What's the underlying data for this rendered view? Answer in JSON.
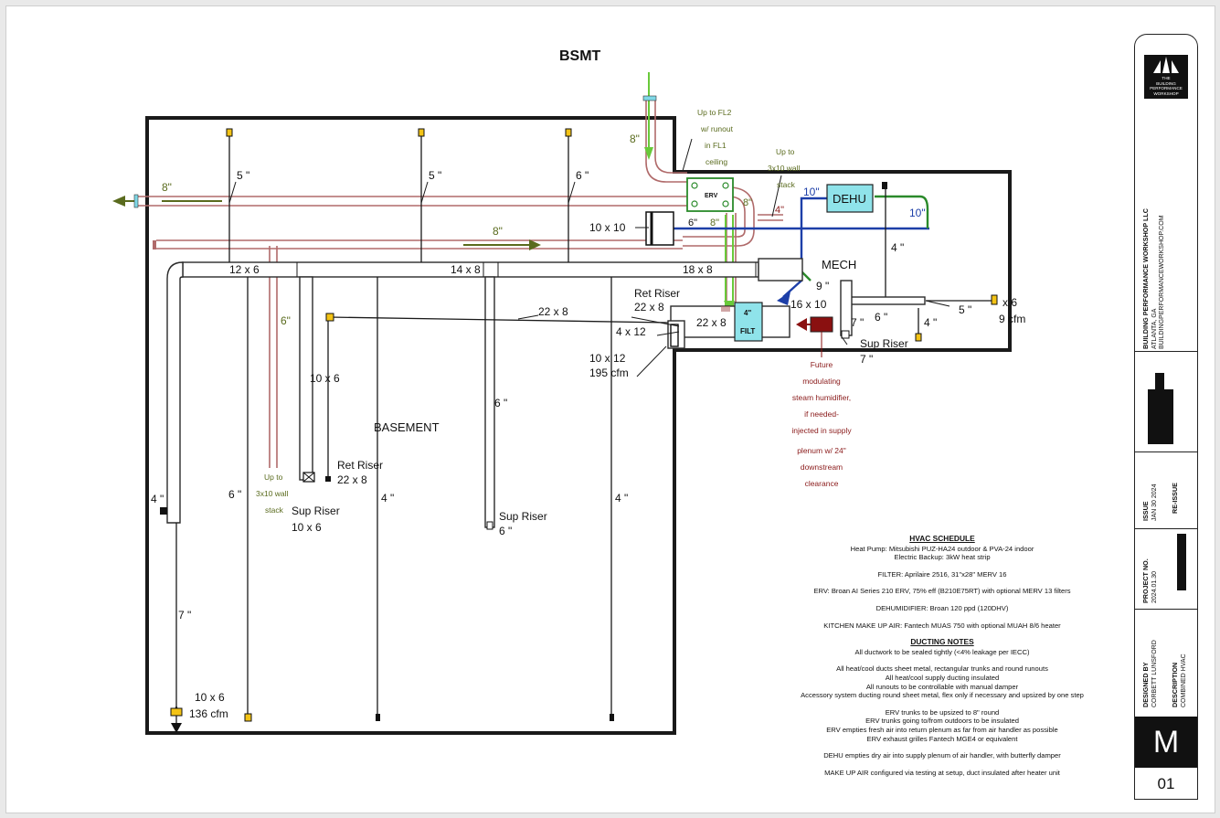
{
  "sheet_title": "BSMT",
  "rooms": {
    "basement": "BASEMENT",
    "mech": "MECH"
  },
  "equipment": {
    "erv": "ERV",
    "dehu": "DEHU",
    "filter_line1": "4\"",
    "filter_line2": "FILT"
  },
  "labels": {
    "d8_left": "8\"",
    "d5_a": "5 \"",
    "d5_b": "5 \"",
    "d6_a": "6 \"",
    "d8_mid": "8\"",
    "d8_vert": "8\"",
    "up_fl2": [
      "Up to FL2",
      "w/ runout",
      "in FL1",
      "ceiling"
    ],
    "up_stack_right": [
      "Up to",
      "3x10 wall",
      "stack"
    ],
    "d8_erv": "8\"",
    "d4_erv": "4\"",
    "d10_left": "10\"",
    "d10_right": "10\"",
    "d6_erv": "6\"",
    "d8_green": "8\"",
    "d10x10": "10 x 10",
    "d12x6": "12 x 6",
    "d14x8": "14 x 8",
    "d18x8": "18 x 8",
    "d9": "9 \"",
    "d16x10": "16 x 10",
    "d4_mech": "4 \"",
    "ret_riser_top": "Ret Riser",
    "ret_riser_top_size": "22 x 8",
    "d22x8_line": "22 x 8",
    "d22x8_box": "22 x 8",
    "d4x12": "4 x 12",
    "d10x12": "10 x 12",
    "cfm195": "195 cfm",
    "d6_yel": "6\"",
    "d10x6": "10 x 6",
    "d6_mid": "6 \"",
    "d7_mech": "7 \"",
    "d6_mech": "6 \"",
    "d4_mech2": "4 \"",
    "d5_right": "5 \"",
    "x6_right": "x 6",
    "cfm9": "9 cfm",
    "sup_riser_mech": "Sup Riser",
    "d7_sup": "7 \"",
    "humidifier": [
      "Future",
      "modulating",
      "steam humidifier,",
      "if needed-",
      "injected in supply",
      "plenum w/ 24\"",
      "downstream",
      "clearance"
    ],
    "up_stack_left": [
      "Up to",
      "3x10 wall",
      "stack"
    ],
    "ret_riser_mid": "Ret Riser",
    "ret_riser_mid_size": "22 x 8",
    "sup_riser_left": "Sup Riser",
    "sup_riser_left_size": "10 x 6",
    "sup_riser_mid": "Sup Riser",
    "sup_riser_mid_size": "6 \"",
    "d4_left": "4 \"",
    "d6_left": "6 \"",
    "d4_b": "4 \"",
    "d4_c": "4 \"",
    "d7_left": "7 \"",
    "d10x6_bottom": "10 x 6",
    "cfm136": "136 cfm"
  },
  "hvac_schedule": {
    "title": "HVAC SCHEDULE",
    "lines": [
      "Heat Pump: Mitsubishi PUZ-HA24 outdoor & PVA-24 indoor",
      "Electric Backup: 3kW heat strip",
      "",
      "FILTER: Aprilaire 2516, 31\"x28\" MERV 16",
      "",
      "ERV: Broan AI Series 210 ERV, 75% eff (B210E75RT) with optional MERV 13 filters",
      "",
      "DEHUMIDIFIER: Broan 120 ppd (120DHV)",
      "",
      "KITCHEN MAKE UP AIR: Fantech MUAS 750 with optional MUAH 8/6 heater"
    ]
  },
  "ducting_notes": {
    "title": "DUCTING NOTES",
    "lines": [
      "All ductwork to be sealed tightly (<4% leakage per IECC)",
      "",
      "All heat/cool ducts sheet metal, rectangular trunks and round runouts",
      "All heat/cool supply ducting insulated",
      "All runouts to be controllable with manual damper",
      "Accessory system ducting round sheet metal, flex only if necessary and upsized by one step",
      "",
      "ERV trunks to be upsized to 8\" round",
      "ERV trunks going to/from outdoors to be insulated",
      "ERV empties fresh air into return plenum as far from air handler as possible",
      "ERV exhaust grilles Fantech MGE4 or equivalent",
      "",
      "DEHU empties dry air into supply plenum of air handler, with butterfly damper",
      "",
      "MAKE UP AIR configured via testing at setup, duct insulated after heater unit"
    ]
  },
  "title_block": {
    "logo_text": [
      "THE",
      "BUILDING",
      "PERFORMANCE",
      "WORKSHOP"
    ],
    "firm_name": "BUILDING PERFORMANCE WORKSHOP LLC",
    "firm_city": "ATLANTA, GA",
    "firm_web": "BUILDINGPERFORMANCEWORKSHOP.COM",
    "issue_label": "ISSUE",
    "issue_date": "JAN 30 2024",
    "issue_note": "RE-ISSUE",
    "project_label": "PROJECT NO.",
    "project_no": "2024.01.30",
    "designed_label": "DESIGNED BY",
    "designed_by": "CORBETT LUNSFORD",
    "description_label": "DESCRIPTION",
    "description": "COMBINED HVAC",
    "sheet_letter": "M",
    "sheet_number": "01"
  },
  "colors": {
    "erv_duct": "#b06a6a",
    "green_fresh": "#69c93a",
    "blue_dehu": "#1d3fa8",
    "dehu_fill": "#8fe3ea",
    "humidifier": "#8a1010",
    "fitting_yellow": "#f3c315"
  }
}
